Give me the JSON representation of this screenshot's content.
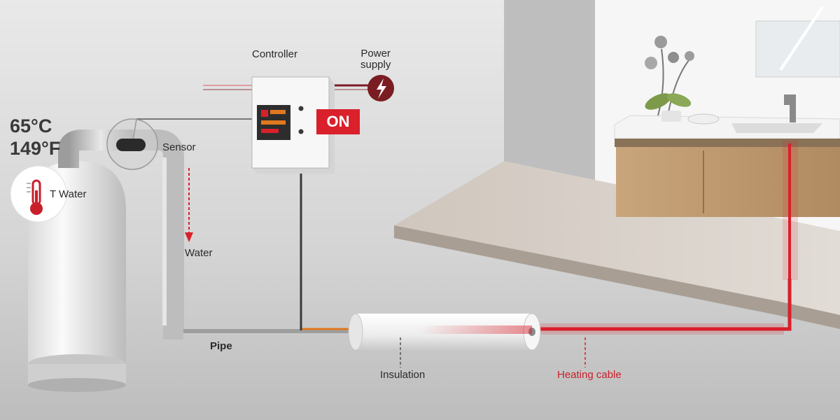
{
  "labels": {
    "controller": "Controller",
    "power_supply_line1": "Power",
    "power_supply_line2": "supply",
    "on": "ON",
    "sensor": "Sensor",
    "water": "Water",
    "pipe": "Pipe",
    "insulation": "Insulation",
    "heating_cable": "Heating cable",
    "t_water": "T Water",
    "temp_c": "65°C",
    "temp_f": "149°F"
  },
  "colors": {
    "heating_red": "#d9202b",
    "dark_red": "#7a1d22",
    "accent_orange": "#e07820"
  },
  "icons": {
    "power": "lightning-bolt-icon",
    "thermometer": "thermometer-icon"
  }
}
